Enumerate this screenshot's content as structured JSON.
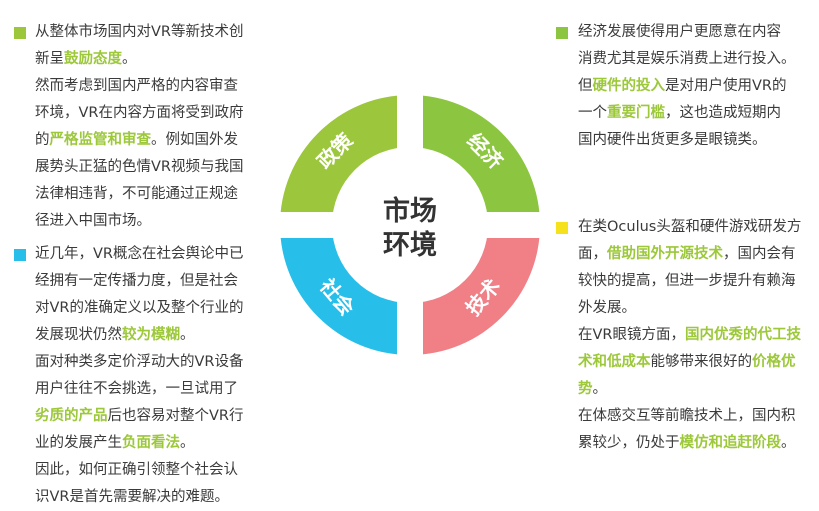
{
  "colors": {
    "policy": "#9cc63c",
    "economy": "#8cc53f",
    "society": "#27bfea",
    "technology": "#f07f86",
    "highlight": "#9cc83a",
    "tech_bullet": "#f5e11c"
  },
  "center": {
    "line1": "市场",
    "line2": "环境"
  },
  "segments": {
    "policy": "政策",
    "economy": "经济",
    "society": "社会",
    "technology": "技术"
  },
  "blocks": {
    "policy": [
      [
        {
          "t": "从整体市场国内对VR等新技术创"
        }
      ],
      [
        {
          "t": "新呈"
        },
        {
          "t": "鼓励态度",
          "hl": true
        },
        {
          "t": "。"
        }
      ],
      [
        {
          "t": "然而考虑到国内严格的内容审查"
        }
      ],
      [
        {
          "t": "环境，VR在内容方面将受到政府"
        }
      ],
      [
        {
          "t": "的"
        },
        {
          "t": "严格监管和审查",
          "hl": true
        },
        {
          "t": "。例如国外发"
        }
      ],
      [
        {
          "t": "展势头正猛的色情VR视频与我国"
        }
      ],
      [
        {
          "t": "法律相违背，不可能通过正规途"
        }
      ],
      [
        {
          "t": "径进入中国市场。"
        }
      ]
    ],
    "society": [
      [
        {
          "t": "近几年，VR概念在社会舆论中已"
        }
      ],
      [
        {
          "t": "经拥有一定传播力度，但是社会"
        }
      ],
      [
        {
          "t": "对VR的准确定义以及整个行业的"
        }
      ],
      [
        {
          "t": "发展现状仍然"
        },
        {
          "t": "较为模糊",
          "hl": true
        },
        {
          "t": "。"
        }
      ],
      [
        {
          "t": "面对种类多定价浮动大的VR设备"
        }
      ],
      [
        {
          "t": "用户往往不会挑选，一旦试用了"
        }
      ],
      [
        {
          "t": "劣质的产品",
          "hl": true
        },
        {
          "t": "后也容易对整个VR行"
        }
      ],
      [
        {
          "t": "业的发展产生"
        },
        {
          "t": "负面看法",
          "hl": true
        },
        {
          "t": "。"
        }
      ],
      [
        {
          "t": "因此，如何正确引领整个社会认"
        }
      ],
      [
        {
          "t": "识VR是首先需要解决的难题。"
        }
      ]
    ],
    "economy": [
      [
        {
          "t": "经济发展使得用户更愿意在内容"
        }
      ],
      [
        {
          "t": "消费尤其是娱乐消费上进行投入。"
        }
      ],
      [
        {
          "t": "但"
        },
        {
          "t": "硬件的投入",
          "hl": true
        },
        {
          "t": "是对用户使用VR的"
        }
      ],
      [
        {
          "t": "一个"
        },
        {
          "t": "重要门槛",
          "hl": true
        },
        {
          "t": "，这也造成短期内"
        }
      ],
      [
        {
          "t": "国内硬件出货更多是眼镜类。"
        }
      ]
    ],
    "technology": [
      [
        {
          "t": "在类Oculus头盔和硬件游戏研发方"
        }
      ],
      [
        {
          "t": "面，"
        },
        {
          "t": "借助国外开源技术",
          "hl": true
        },
        {
          "t": "，国内会有"
        }
      ],
      [
        {
          "t": "较快的提高，但进一步提升有赖海"
        }
      ],
      [
        {
          "t": "外发展。"
        }
      ],
      [
        {
          "t": "在VR眼镜方面，"
        },
        {
          "t": "国内优秀的代工技",
          "hl": true
        }
      ],
      [
        {
          "t": "术和低成本",
          "hl": true
        },
        {
          "t": "能够带来很好的"
        },
        {
          "t": "价格优",
          "hl": true
        }
      ],
      [
        {
          "t": "势",
          "hl": true
        },
        {
          "t": "。"
        }
      ],
      [
        {
          "t": "在体感交互等前瞻技术上，国内积"
        }
      ],
      [
        {
          "t": "累较少，仍处于"
        },
        {
          "t": "模仿和追赶阶段",
          "hl": true
        },
        {
          "t": "。"
        }
      ]
    ]
  }
}
